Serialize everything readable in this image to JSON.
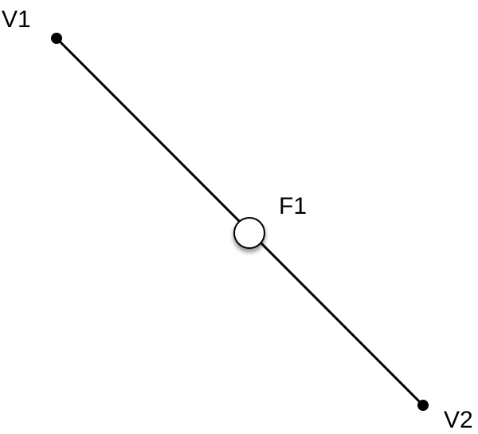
{
  "diagram": {
    "vertices": [
      {
        "id": "V1",
        "label": "V1"
      },
      {
        "id": "V2",
        "label": "V2"
      }
    ],
    "face": {
      "id": "F1",
      "label": "F1"
    },
    "edges": [
      {
        "from": "V1",
        "to": "V2",
        "through": "F1"
      }
    ],
    "colors": {
      "line": "#000000",
      "vertex_fill": "#000000",
      "face_fill": "#ffffff",
      "face_stroke": "#000000",
      "background": "#ffffff"
    }
  }
}
